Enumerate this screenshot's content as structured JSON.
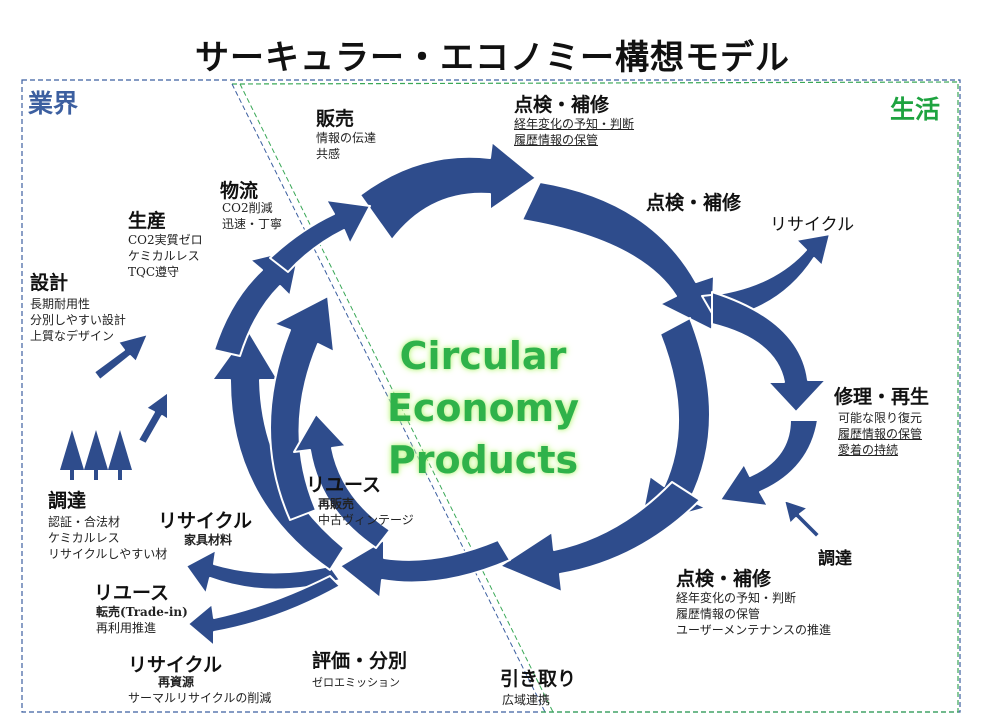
{
  "title": "サーキュラー・エコノミー構想モデル",
  "regions": {
    "industry": "業界",
    "life": "生活"
  },
  "center_text": [
    "Circular",
    "Economy",
    "Products"
  ],
  "colors": {
    "arrow_fill": "#2e4c8c",
    "industry_border": "#3c5fa0",
    "life_border": "#3aa857",
    "center_text": "#2fb24a",
    "industry_label": "#3c5fa0",
    "life_label": "#1ea340"
  },
  "nodes": {
    "design": {
      "title": "設計",
      "lines": [
        "長期耐用性",
        "分別しやすい設計",
        "上質なデザイン"
      ]
    },
    "production": {
      "title": "生産",
      "lines": [
        "CO2実質ゼロ",
        "ケミカルレス",
        "TQC遵守"
      ]
    },
    "logistics": {
      "title": "物流",
      "lines": [
        "CO2削減",
        "迅速・丁寧"
      ]
    },
    "sales": {
      "title": "販売",
      "lines": [
        "情報の伝達",
        "共感"
      ]
    },
    "inspect_top": {
      "title": "点検・補修",
      "lines": [
        "経年変化の予知・判断",
        "履歴情報の保管"
      ]
    },
    "inspect_mid": {
      "title": "点検・補修"
    },
    "recycle_right": {
      "title": "リサイクル"
    },
    "repair": {
      "title": "修理・再生",
      "lines": [
        "可能な限り復元",
        "履歴情報の保管",
        "愛着の持続"
      ]
    },
    "procure_right": {
      "title": "調達"
    },
    "inspect_bottom": {
      "title": "点検・補修",
      "lines": [
        "経年変化の予知・判断",
        "履歴情報の保管",
        "ユーザーメンテナンスの推進"
      ]
    },
    "takeback": {
      "title": "引き取り",
      "lines": [
        "広域連携"
      ]
    },
    "evaluate": {
      "title": "評価・分別",
      "lines": [
        "ゼロエミッション"
      ]
    },
    "recycle_bottom": {
      "title": "リサイクル",
      "lines": [
        "再資源",
        "サーマルリサイクルの削減"
      ]
    },
    "reuse_left": {
      "title": "リユース",
      "lines": [
        "転売(Trade-in)",
        "再利用推進"
      ]
    },
    "recycle_left": {
      "title": "リサイクル",
      "lines": [
        "家具材料"
      ]
    },
    "reuse_inner": {
      "title": "リユース",
      "lines": [
        "再販売",
        "中古ヴィンテージ"
      ]
    },
    "procure_left": {
      "title": "調達",
      "lines": [
        "認証・合法材",
        "ケミカルレス",
        "リサイクルしやすい材"
      ]
    }
  }
}
